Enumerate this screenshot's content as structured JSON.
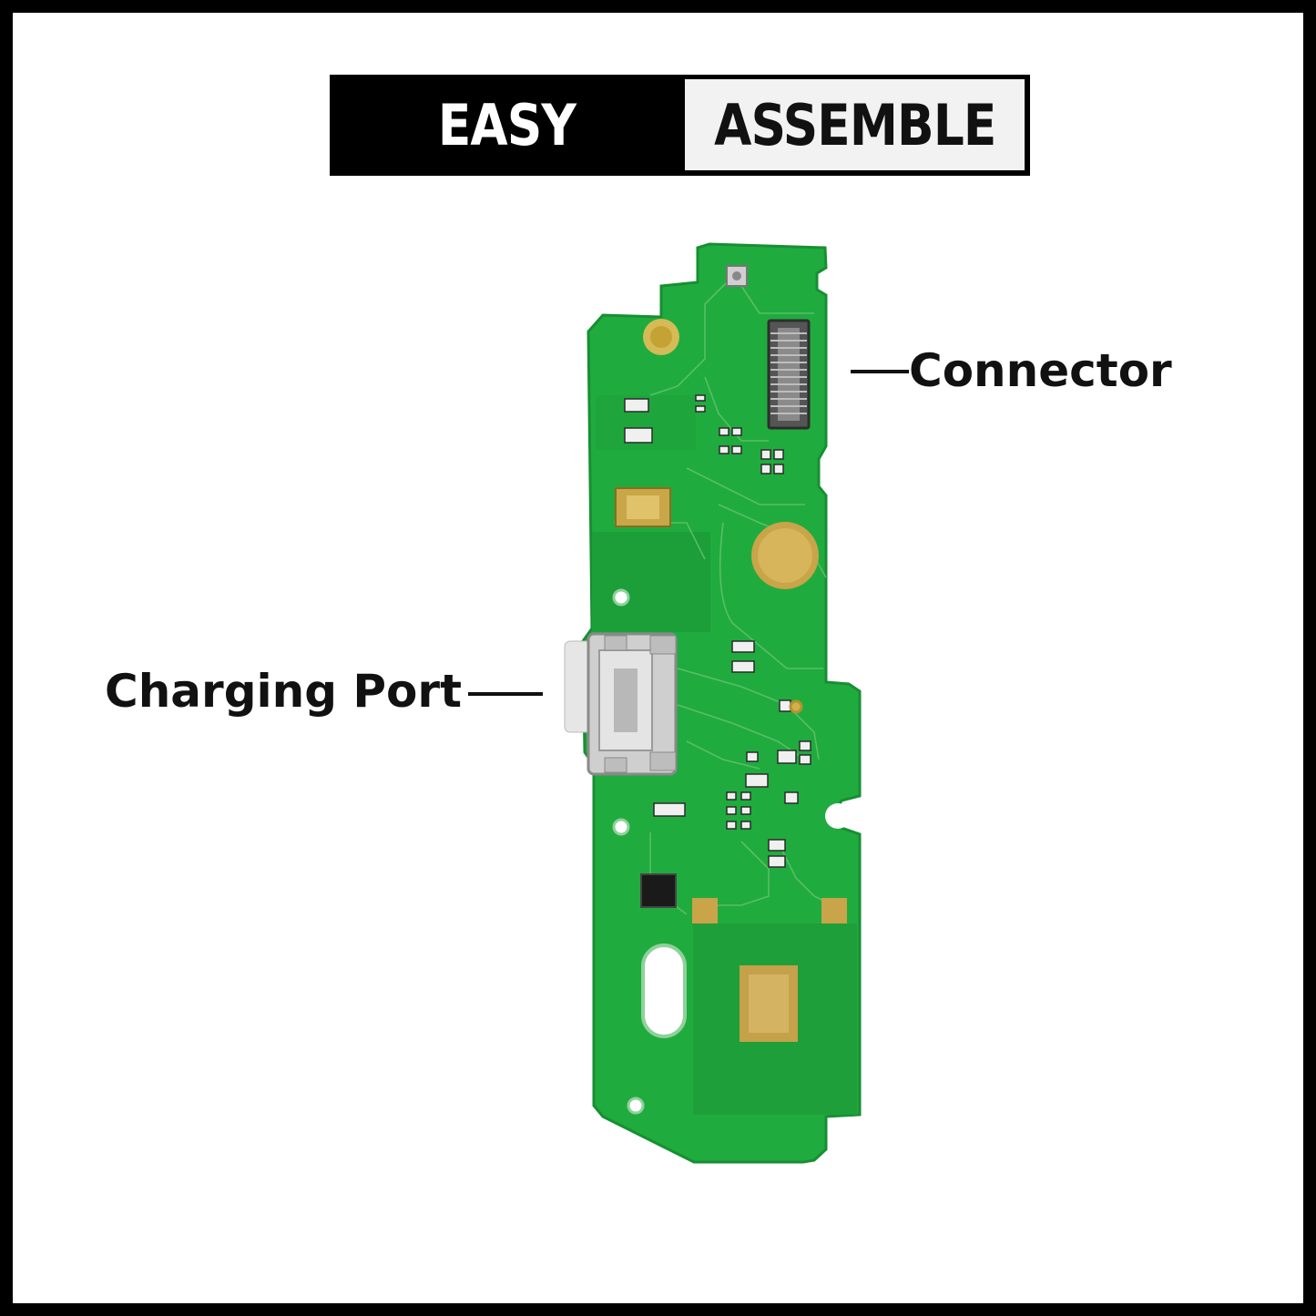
{
  "banner": {
    "left_text": "EASY",
    "right_text": "ASSEMBLE"
  },
  "callouts": {
    "connector": "Connector",
    "charging_port": "Charging Port"
  },
  "colors": {
    "pcb_green": "#1fae3f",
    "pcb_dark": "#178f33",
    "gold_pad": "#c8a24a",
    "metal": "#c9c9c9",
    "frame": "#000000"
  }
}
